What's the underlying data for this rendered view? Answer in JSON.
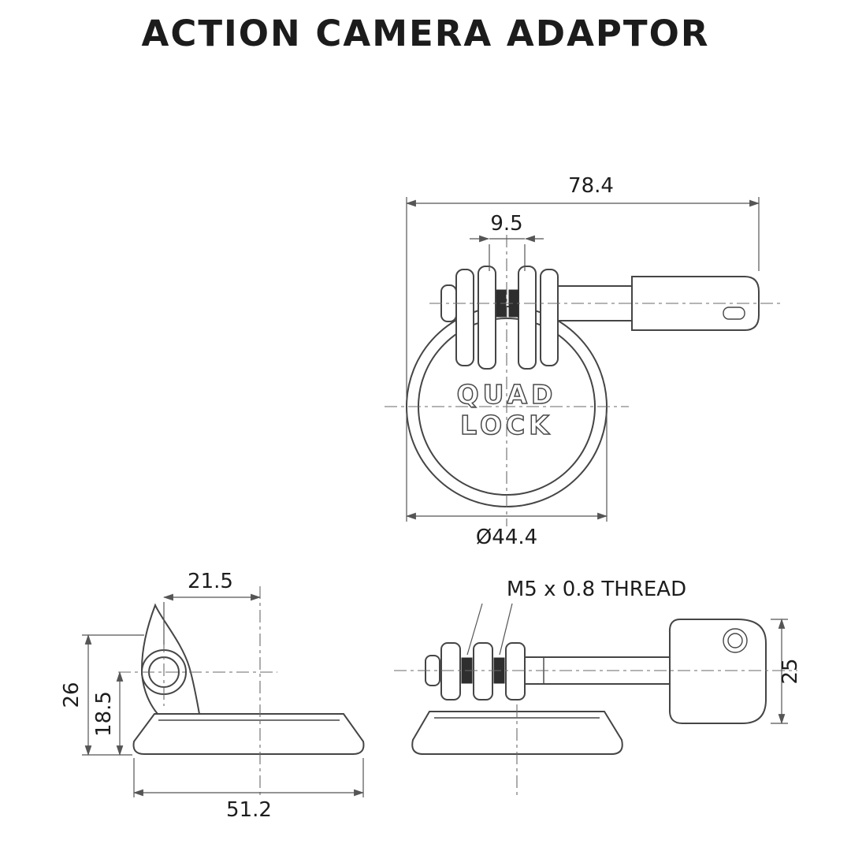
{
  "title": "ACTION CAMERA ADAPTOR",
  "logo": {
    "line1": "QUAD",
    "line2": "LOCK"
  },
  "top_view": {
    "overall_width": "78.4",
    "fork_gap": "9.5",
    "diameter": "Ø44.4"
  },
  "side_view": {
    "arm_offset": "21.5",
    "overall_height": "26",
    "pivot_height": "18.5",
    "base_width": "51.2"
  },
  "screw_view": {
    "thread_label": "M5 x 0.8 THREAD",
    "knob_height": "25"
  },
  "colors": {
    "background": "#ffffff",
    "outline": "#454545",
    "dimension_line": "#555555",
    "text": "#1d1d1d",
    "thread_fill": "#2e2e2e"
  }
}
